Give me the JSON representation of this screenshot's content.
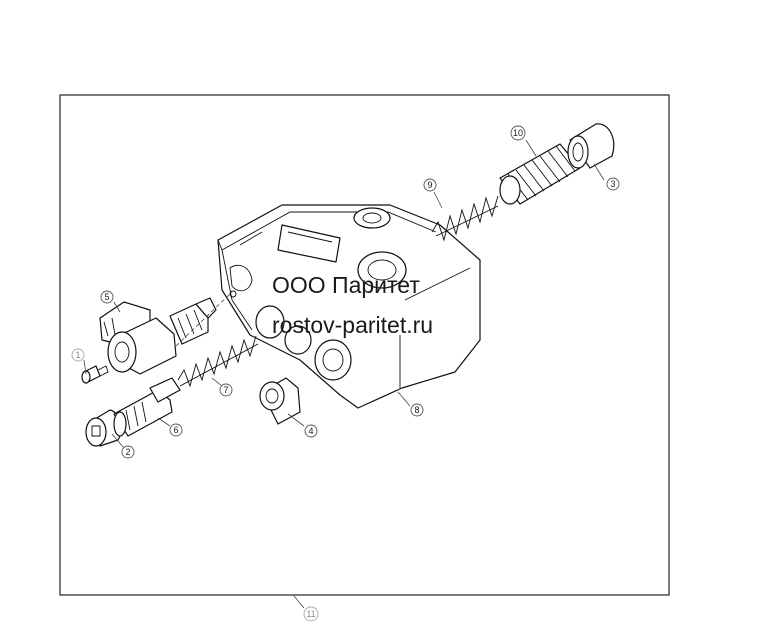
{
  "watermark": {
    "company": "ООО Паритет",
    "website": "rostov-paritet.ru"
  },
  "callouts": [
    "1",
    "2",
    "3",
    "4",
    "5",
    "6",
    "7",
    "8",
    "9",
    "10",
    "11"
  ],
  "colors": {
    "line": "#111111",
    "background": "#ffffff"
  }
}
